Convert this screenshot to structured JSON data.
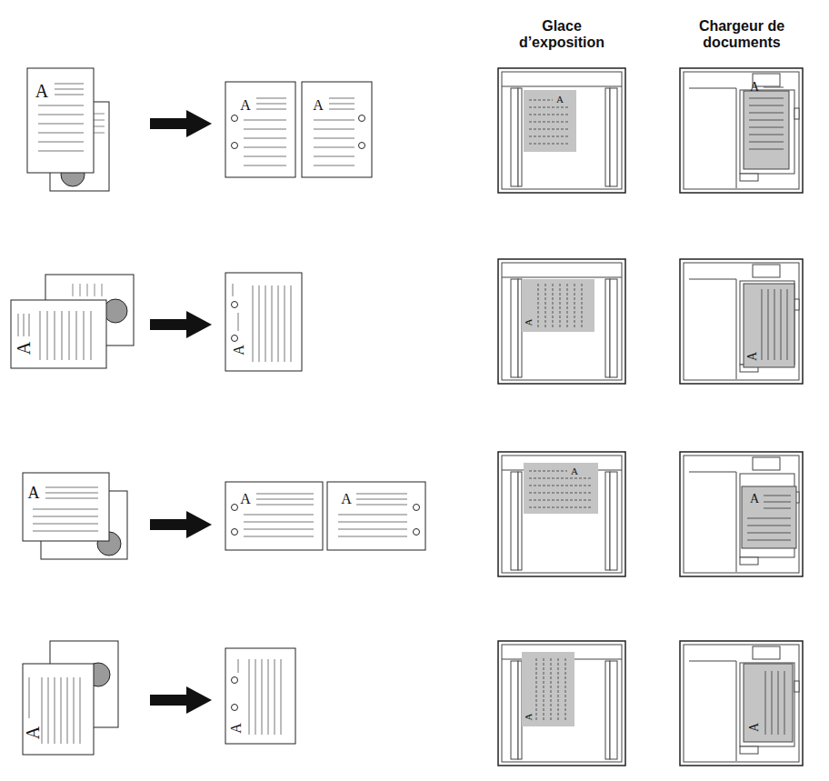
{
  "diagram": {
    "labels": [
      "Glace d’exposition",
      "Chargeur de documents",
      "A",
      "A",
      "A",
      "A",
      "A",
      "A",
      "A",
      "A",
      "A",
      "A",
      "A",
      "A",
      "A",
      "A",
      "A",
      "A",
      "A",
      "A"
    ]
  }
}
